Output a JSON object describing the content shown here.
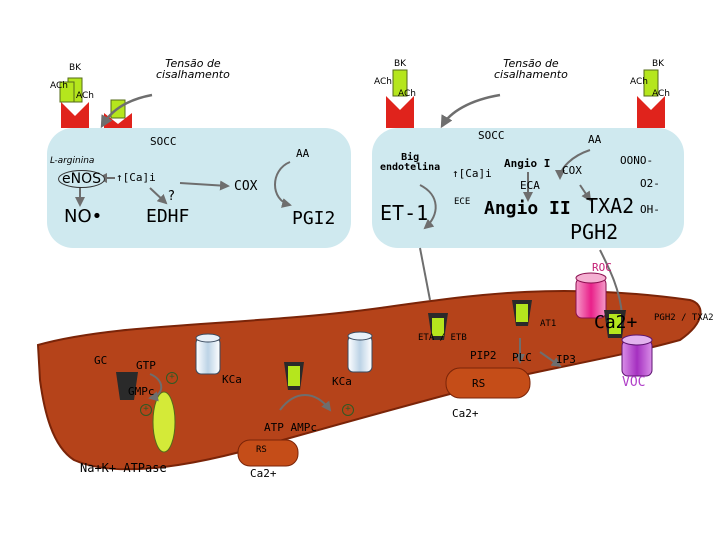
{
  "cell1": {
    "bk": "BK",
    "ach1": "ACh",
    "ach2": "ACh",
    "shear": "Tensão de\ncisalhamento",
    "socc": "SOCC",
    "aa": "AA",
    "l_arginina": "L-arginina",
    "enos": "eNOS",
    "ca": "↑[Ca]i",
    "q": "?",
    "cox": "COX",
    "no": "NO•",
    "edhf": "EDHF",
    "pgi2": "PGI2"
  },
  "cell2": {
    "bk1": "BK",
    "ach1": "ACh",
    "ach2": "ACh",
    "shear": "Tensão de\ncisalhamento",
    "bk2": "BK",
    "ach3": "ACh",
    "ach4": "ACh",
    "socc": "SOCC",
    "aa": "AA",
    "big_endotelina": "Big\nendotelina",
    "ca": "↑[Ca]i",
    "angio_i": "Angio I",
    "cox": "COX",
    "oono": "OONO-",
    "eca": "ECA",
    "o2": "O2-",
    "ece": "ECE",
    "et1": "ET-1",
    "angio_ii": "Angio II",
    "txa2": "TXA2",
    "pgh2": "PGH2",
    "oh": "OH-"
  },
  "smooth": {
    "roc": "ROC",
    "ca2_big": "Ca2+",
    "pgh2_txa2": "PGH2 / TXA2",
    "at1": "AT1",
    "eta_etb": "ETA / ETB",
    "pip2": "PIP2",
    "plc": "PLC",
    "ip3": "IP3",
    "voc": "VOC",
    "rs1": "RS",
    "ca2_small1": "Ca2+",
    "gc": "GC",
    "gtp": "GTP",
    "plus1": "+",
    "kca1": "KCa",
    "kca2": "KCa",
    "gmpc": "GMPc",
    "plus2": "+",
    "atp_ampc": "ATP AMPc",
    "plus3": "+",
    "rs2": "RS",
    "ca2_small2": "Ca2+",
    "naka": "Na+K+ ATPase"
  },
  "colors": {
    "cell": "#cfe9ef",
    "muscle": "#b5431a",
    "muscle_dark": "#7a2408",
    "green": "#b5e61d",
    "red_receptor": "#e0231c",
    "roc_pink": "#e9208a",
    "voc_purple": "#b040c8",
    "arrow": "#6e6e6e",
    "dark_green": "#2f5a24",
    "atpase": "#d4ea38"
  }
}
